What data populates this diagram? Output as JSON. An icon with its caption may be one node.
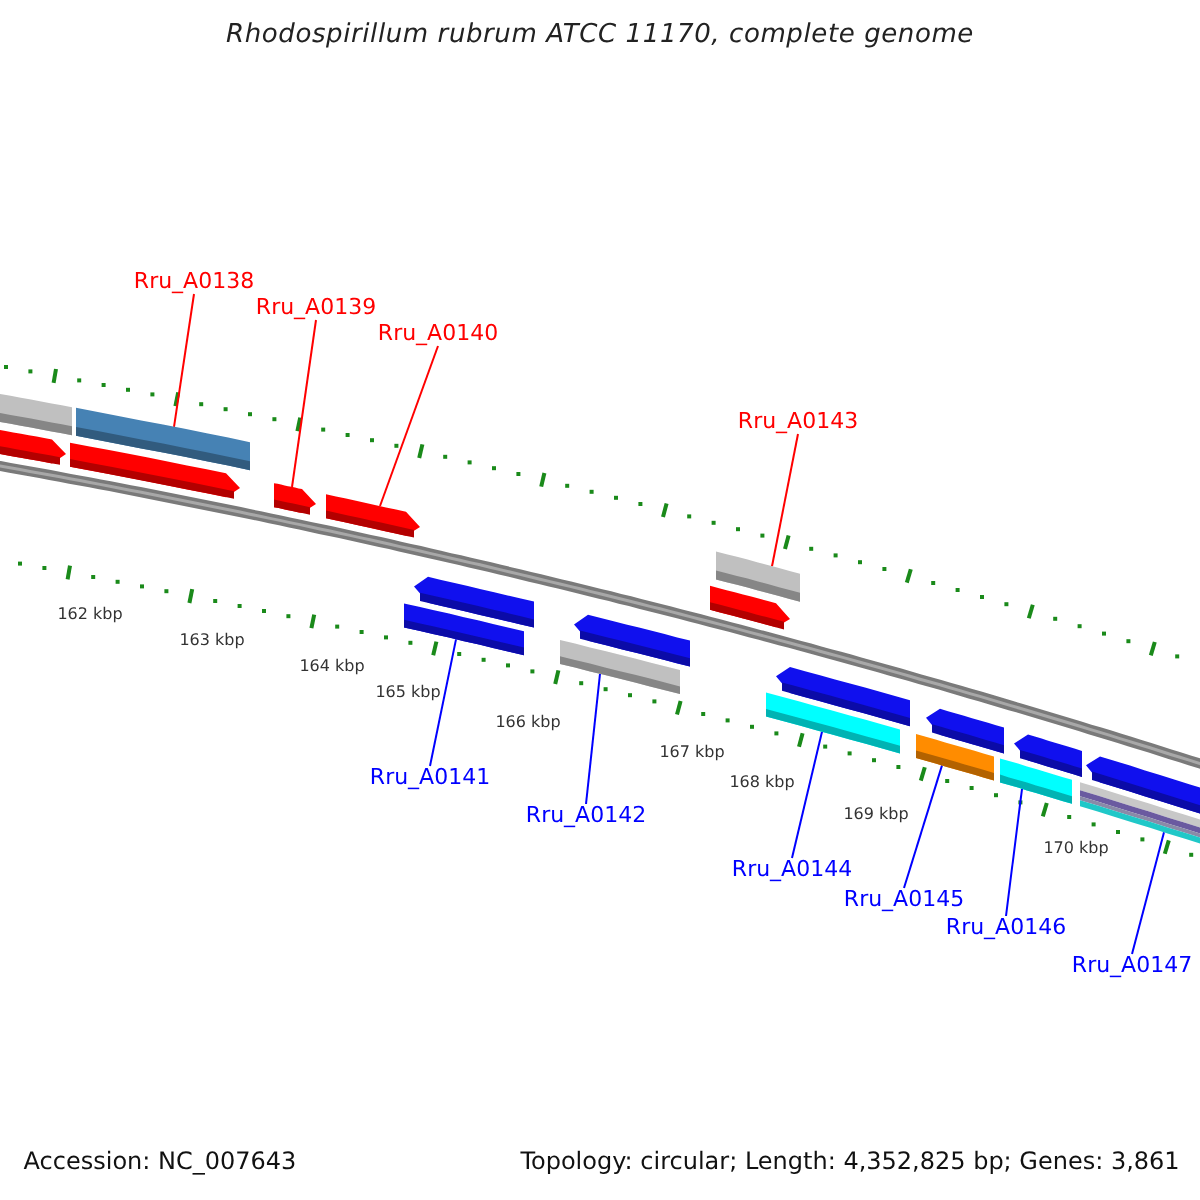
{
  "diagram": {
    "title": "Rhodospirillum rubrum ATCC 11170, complete genome",
    "nodes": [
      {
        "text": [
          "Rru_A0138"
        ]
      },
      {
        "text": [
          "Rru_A0139"
        ]
      },
      {
        "text": [
          "Rru_A0140"
        ]
      },
      {
        "text": [
          "Rru_A0143"
        ]
      },
      {
        "text": [
          "Rru_A0141"
        ]
      },
      {
        "text": [
          "Rru_A0142"
        ]
      },
      {
        "text": [
          "Rru_A0144"
        ]
      },
      {
        "text": [
          "Rru_A0145"
        ]
      },
      {
        "text": [
          "Rru_A0146"
        ]
      },
      {
        "text": [
          "Rru_A0147"
        ]
      },
      {
        "text": [],
        "shape": "bar"
      },
      {
        "text": [],
        "shape": "arrow"
      },
      {
        "text": [],
        "shape": "arrow"
      },
      {
        "text": [],
        "shape": "bar"
      },
      {
        "text": [],
        "shape": "bar"
      },
      {
        "text": [],
        "shape": "bar"
      },
      {
        "text": [],
        "shape": "bar"
      },
      {
        "text": [],
        "shape": "bar"
      },
      {
        "text": [],
        "shape": "bar"
      },
      {
        "text": [],
        "shape": "bar"
      }
    ],
    "edges": [
      {
        "from": 0,
        "to": 10,
        "arrow": "none",
        "color": "#ff0000"
      },
      {
        "from": 1,
        "to": 11,
        "arrow": "none",
        "color": "#ff0000"
      },
      {
        "from": 2,
        "to": 12,
        "arrow": "none",
        "color": "#ff0000"
      },
      {
        "from": 3,
        "to": 15,
        "arrow": "none",
        "color": "#ff0000"
      },
      {
        "from": 4,
        "to": 13,
        "arrow": "none"
      },
      {
        "from": 5,
        "to": 14,
        "arrow": "none"
      },
      {
        "from": 6,
        "to": 16,
        "arrow": "none"
      },
      {
        "from": 7,
        "to": 17,
        "arrow": "none"
      },
      {
        "from": 8,
        "to": 18,
        "arrow": "none"
      },
      {
        "from": 9,
        "to": 19,
        "arrow": "none"
      }
    ],
    "labels": [
      "162 kbp",
      "163 kbp",
      "164 kbp",
      "165 kbp",
      "166 kbp",
      "167 kbp",
      "168 kbp",
      "169 kbp",
      "170 kbp",
      "Accession: NC_007643",
      "Topology: circular; Length: 4,352,825 bp; Genes: 3,861"
    ]
  }
}
